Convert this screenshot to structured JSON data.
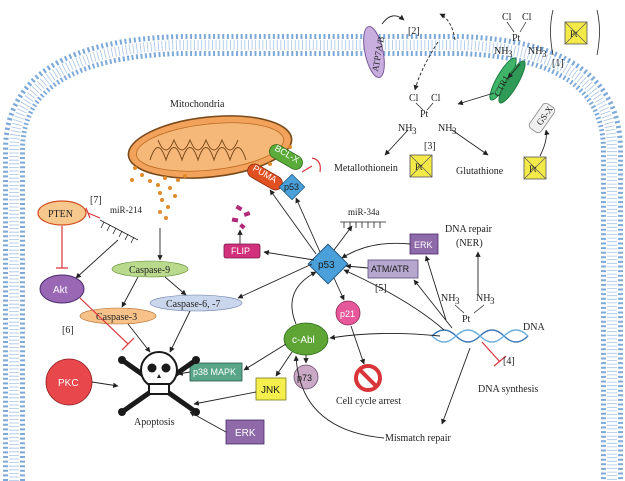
{
  "labels": {
    "mitochondria": "Mitochondria",
    "caspase9": "Caspase-9",
    "caspase3": "Caspase-3",
    "caspase67": "Caspase-6, -7",
    "apoptosis": "Apoptosis",
    "pten": "PTEN",
    "akt": "Akt",
    "pkc": "PKC",
    "mir214": "miR-214",
    "mir34a": "miR-34a",
    "p53_center": "p53",
    "p53_mito": "p53",
    "flip": "FLIP",
    "erk_top": "ERK",
    "erk_bottom": "ERK",
    "atm_atr": "ATM/ATR",
    "p21": "p21",
    "cell_cycle_arrest": "Cell cycle arrest",
    "cabl": "c-Abl",
    "p73": "p73",
    "p38mapk": "p38 MAPK",
    "jnk": "JNK",
    "dna_repair": "DNA repair",
    "ner": "(NER)",
    "dna": "DNA",
    "dna_synthesis": "DNA synthesis",
    "mismatch_repair": "Mismatch repair",
    "metallothionein": "Metallothionein",
    "glutathione": "Glutathione",
    "ctr1": "CTR1",
    "atp7ab": "ATP7A/B",
    "gsx": "GS-X",
    "bcl2_family": "BCL-X",
    "puma": "PUMA",
    "cl": "Cl",
    "pt": "Pt",
    "nh3": "NH",
    "ref1": "[1]",
    "ref2": "[2]",
    "ref3": "[3]",
    "ref4": "[4]",
    "ref5": "[5]",
    "ref6": "[6]",
    "ref7": "[7]"
  },
  "colors": {
    "membrane": "#5b8fc7",
    "membrane_head": "#6fa0d4",
    "mitochondria": "#f2a25a",
    "caspase9": "#b9d98c",
    "caspase3": "#f6c28a",
    "caspase67": "#c9d6ec",
    "pten": "#f7c88d",
    "akt": "#9a67b5",
    "pkc": "#e8474c",
    "p53": "#4aa0d8",
    "flip": "#d1317b",
    "erk": "#8e6aa8",
    "atm": "#b6a7cf",
    "p21": "#e7589a",
    "cabl": "#5fa535",
    "p73": "#c9a9c5",
    "p38": "#58a58a",
    "jnk": "#f4ef4c",
    "pt_box": "#f3ea49",
    "inhibition": "#d9343a"
  }
}
